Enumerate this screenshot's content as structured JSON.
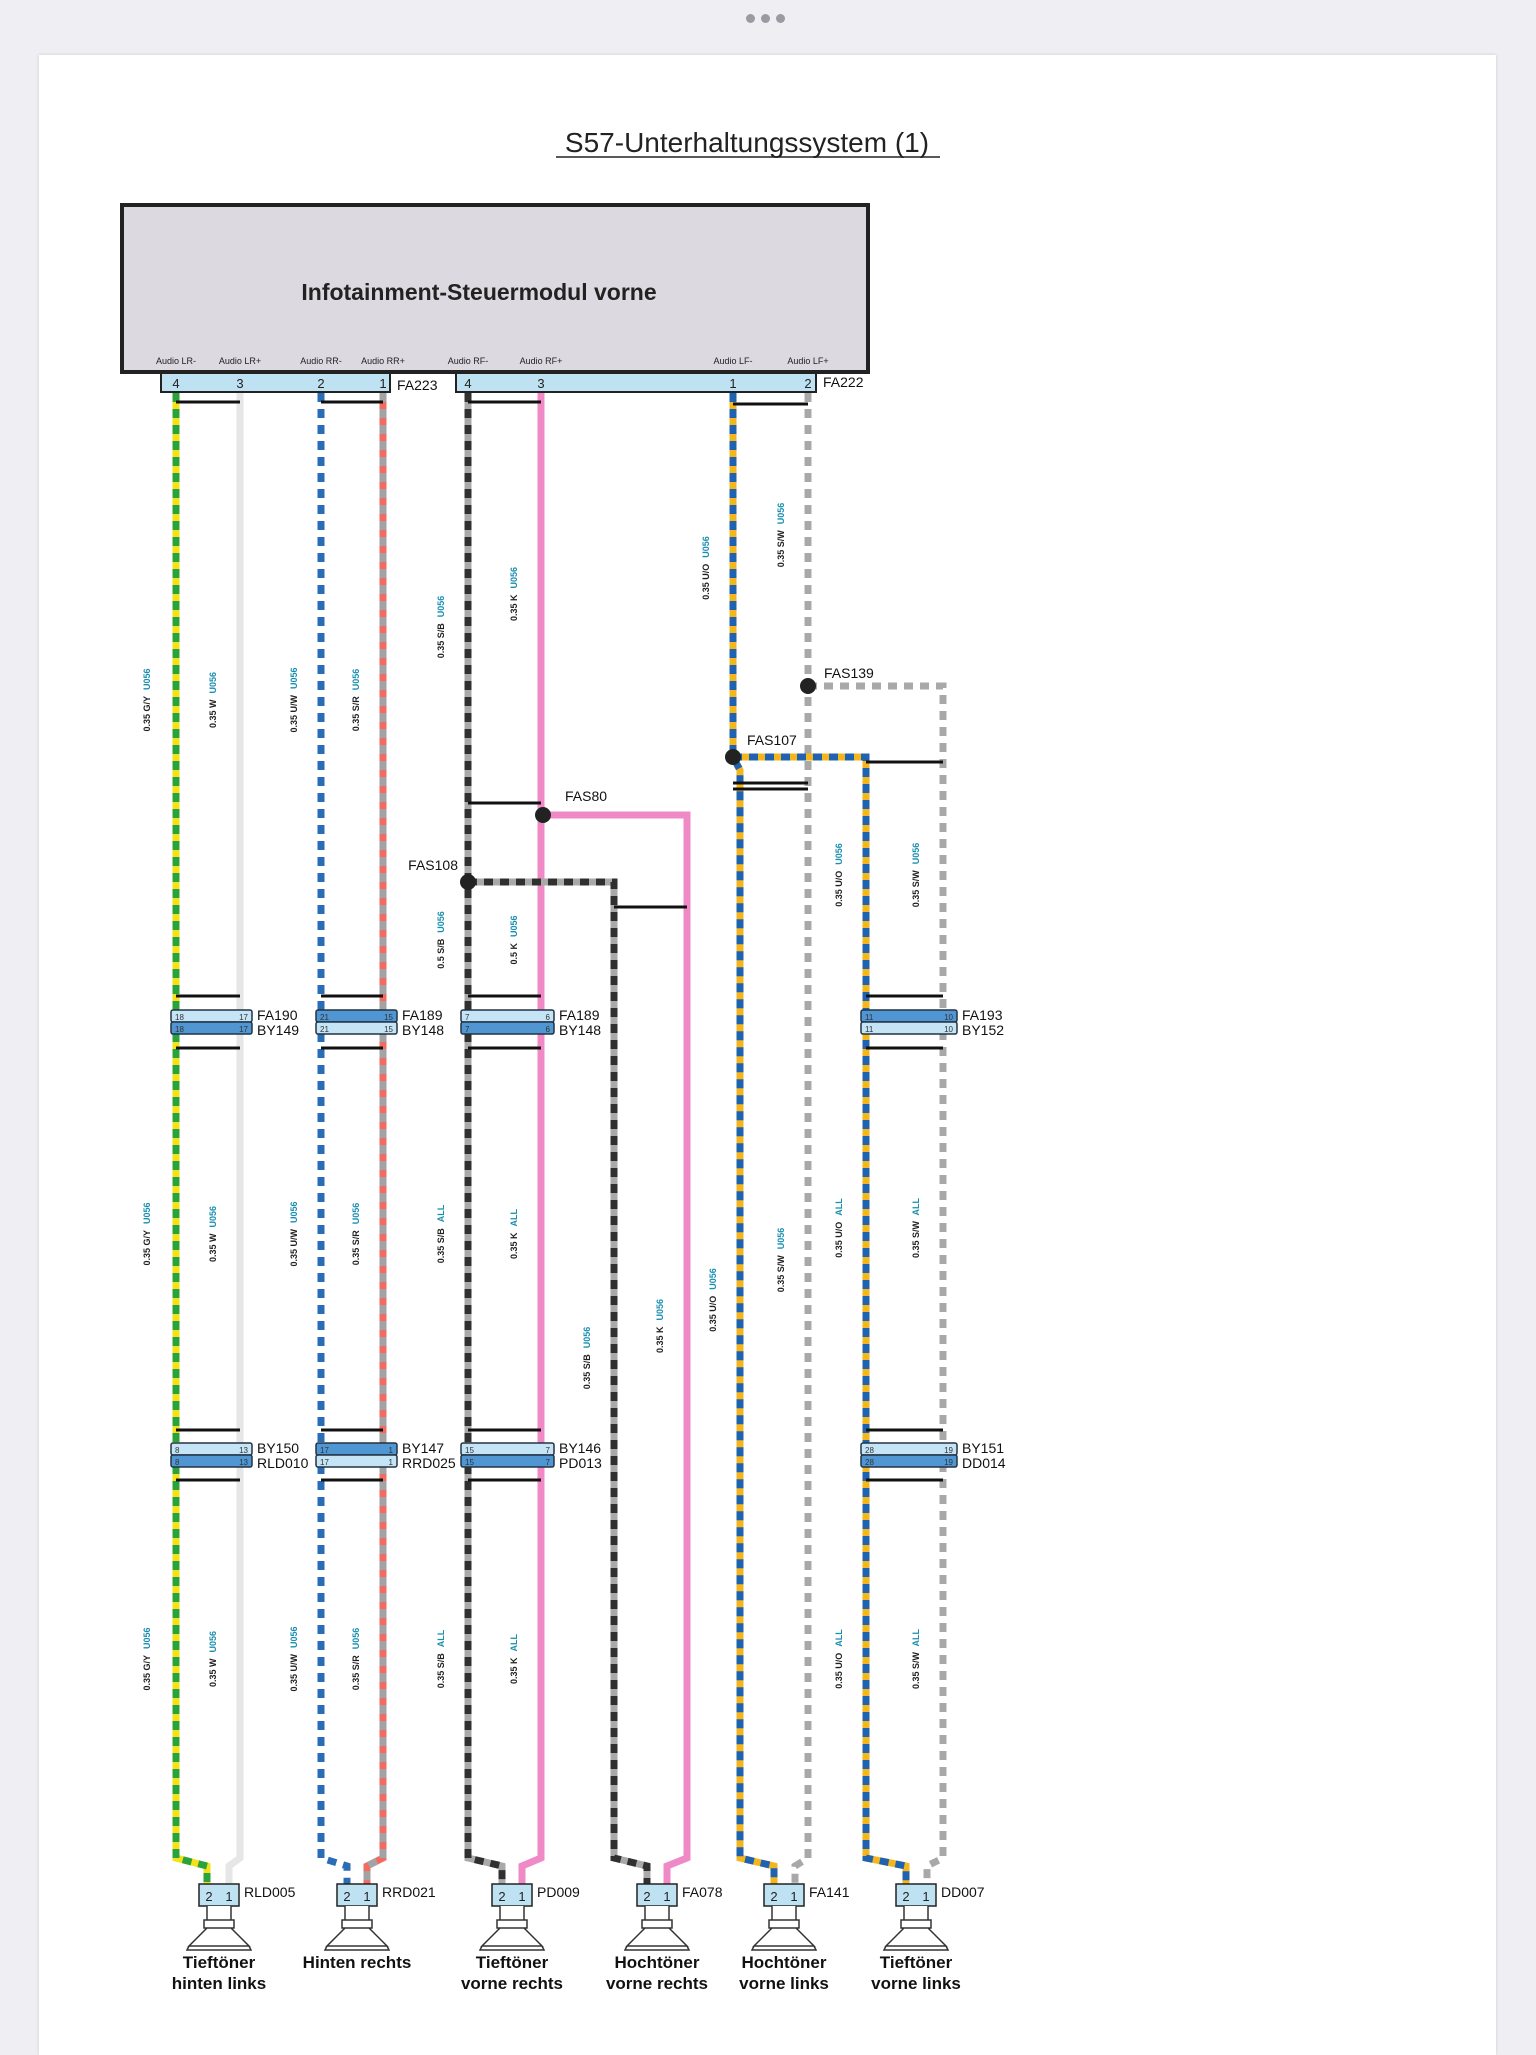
{
  "title": "S57-Unterhaltungssystem (1)",
  "module": {
    "name": "Infotainment-Steuermodul vorne",
    "pins": [
      "Audio LR-",
      "Audio LR+",
      "Audio RR-",
      "Audio RR+",
      "Audio RF-",
      "Audio RF+",
      "Audio LF-",
      "Audio LF+"
    ],
    "connectors": [
      {
        "name": "FA223",
        "pins": [
          "4",
          "3",
          "2",
          "1"
        ]
      },
      {
        "name": "FA222",
        "pins": [
          "4",
          "3",
          "1",
          "2"
        ]
      }
    ]
  },
  "colors": {
    "G/Y": {
      "base": "#f3e21a",
      "dash": "#2ba33a"
    },
    "W": {
      "base": "#e6e6e6",
      "dash": "#e6e6e6"
    },
    "U/W": {
      "base": "#ffffff",
      "dash": "#2a6db5"
    },
    "S/R": {
      "base": "#f26a62",
      "dash": "#a3a3a3"
    },
    "S/B": {
      "base": "#a9a9a9",
      "dash": "#2f312f"
    },
    "K": {
      "base": "#f08ac6",
      "dash": "#f08ac6"
    },
    "U/O": {
      "base": "#f5b51c",
      "dash": "#1f63b0"
    },
    "S/W": {
      "base": "#ffffff",
      "dash": "#a8a8a8"
    }
  },
  "wires": [
    {
      "color": "G/Y",
      "labels": [
        [
          "0.35 G/Y",
          "U056"
        ],
        [
          "0.35 G/Y",
          "U056"
        ],
        [
          "0.35 G/Y",
          "U056"
        ]
      ]
    },
    {
      "color": "W",
      "labels": [
        [
          "0.35 W",
          "U056"
        ],
        [
          "0.35 W",
          "U056"
        ],
        [
          "0.35 W",
          "U056"
        ]
      ]
    },
    {
      "color": "U/W",
      "labels": [
        [
          "0.35 U/W",
          "U056"
        ],
        [
          "0.35 U/W",
          "U056"
        ],
        [
          "0.35 U/W",
          "U056"
        ]
      ]
    },
    {
      "color": "S/R",
      "labels": [
        [
          "0.35 S/R",
          "U056"
        ],
        [
          "0.35 S/R",
          "U056"
        ],
        [
          "0.35 S/R",
          "U056"
        ]
      ]
    },
    {
      "color": "S/B",
      "labels": [
        [
          "0.35 S/B",
          "U056"
        ],
        [
          "0.5 S/B",
          "U056"
        ],
        [
          "0.35 S/B",
          "ALL"
        ],
        [
          "0.35 S/B",
          "ALL"
        ]
      ]
    },
    {
      "color": "K",
      "labels": [
        [
          "0.35 K",
          "U056"
        ],
        [
          "0.5 K",
          "U056"
        ],
        [
          "0.35 K",
          "ALL"
        ],
        [
          "0.35 K",
          "ALL"
        ]
      ]
    },
    {
      "color": "S/B",
      "labels": [
        [
          "0.35 S/B",
          "U056"
        ]
      ]
    },
    {
      "color": "K",
      "labels": [
        [
          "0.35 K",
          "U056"
        ]
      ]
    },
    {
      "color": "U/O",
      "labels": [
        [
          "0.35 U/O",
          "U056"
        ],
        [
          "0.35 U/O",
          "U056"
        ]
      ]
    },
    {
      "color": "S/W",
      "labels": [
        [
          "0.35 S/W",
          "U056"
        ],
        [
          "0.35 S/W",
          "U056"
        ]
      ]
    },
    {
      "color": "U/O",
      "labels": [
        [
          "0.35 U/O",
          "U056"
        ],
        [
          "0.35 U/O",
          "ALL"
        ],
        [
          "0.35 U/O",
          "ALL"
        ]
      ]
    },
    {
      "color": "S/W",
      "labels": [
        [
          "0.35 S/W",
          "U056"
        ],
        [
          "0.35 S/W",
          "ALL"
        ],
        [
          "0.35 S/W",
          "ALL"
        ]
      ]
    }
  ],
  "splices": [
    "FAS139",
    "FAS107",
    "FAS80",
    "FAS108"
  ],
  "inline_connectors": [
    {
      "top": "FA190",
      "bottom": "BY149",
      "pins_top": [
        "18",
        "17"
      ],
      "pins_bottom": [
        "18",
        "17"
      ]
    },
    {
      "top": "FA189",
      "bottom": "BY148",
      "pins_top": [
        "21",
        "15"
      ],
      "pins_bottom": [
        "21",
        "15"
      ]
    },
    {
      "top": "FA189",
      "bottom": "BY148",
      "pins_top": [
        "7",
        "6"
      ],
      "pins_bottom": [
        "7",
        "6"
      ]
    },
    {
      "top": "FA193",
      "bottom": "BY152",
      "pins_top": [
        "11",
        "10"
      ],
      "pins_bottom": [
        "11",
        "10"
      ]
    },
    {
      "top": "BY150",
      "bottom": "RLD010",
      "pins_top": [
        "8",
        "13"
      ],
      "pins_bottom": [
        "8",
        "13"
      ]
    },
    {
      "top": "BY147",
      "bottom": "RRD025",
      "pins_top": [
        "17",
        "1"
      ],
      "pins_bottom": [
        "17",
        "1"
      ]
    },
    {
      "top": "BY146",
      "bottom": "PD013",
      "pins_top": [
        "15",
        "7"
      ],
      "pins_bottom": [
        "15",
        "7"
      ]
    },
    {
      "top": "BY151",
      "bottom": "DD014",
      "pins_top": [
        "28",
        "19"
      ],
      "pins_bottom": [
        "28",
        "19"
      ]
    }
  ],
  "speakers": [
    {
      "connector": "RLD005",
      "pins": [
        "2",
        "1"
      ],
      "label": [
        "Tieftöner",
        "hinten links"
      ]
    },
    {
      "connector": "RRD021",
      "pins": [
        "2",
        "1"
      ],
      "label": [
        "Hinten rechts",
        ""
      ]
    },
    {
      "connector": "PD009",
      "pins": [
        "2",
        "1"
      ],
      "label": [
        "Tieftöner",
        "vorne rechts"
      ]
    },
    {
      "connector": "FA078",
      "pins": [
        "2",
        "1"
      ],
      "label": [
        "Hochtöner",
        "vorne rechts"
      ]
    },
    {
      "connector": "FA141",
      "pins": [
        "2",
        "1"
      ],
      "label": [
        "Hochtöner",
        "vorne links"
      ]
    },
    {
      "connector": "DD007",
      "pins": [
        "2",
        "1"
      ],
      "label": [
        "Tieftöner",
        "vorne links"
      ]
    }
  ]
}
